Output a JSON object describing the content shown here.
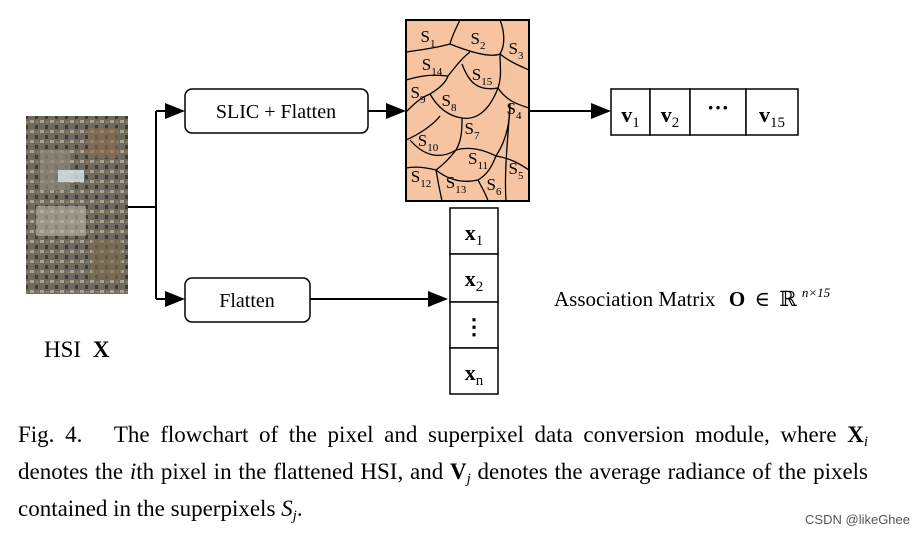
{
  "hsi_label": {
    "text": "HSI",
    "symbol": "X"
  },
  "boxes": {
    "slic": "SLIC + Flatten",
    "flatten": "Flatten"
  },
  "superpixels": [
    {
      "base": "S",
      "sub": "1"
    },
    {
      "base": "S",
      "sub": "2"
    },
    {
      "base": "S",
      "sub": "3"
    },
    {
      "base": "S",
      "sub": "14"
    },
    {
      "base": "S",
      "sub": "15"
    },
    {
      "base": "S",
      "sub": "9"
    },
    {
      "base": "S",
      "sub": "8"
    },
    {
      "base": "S",
      "sub": "4"
    },
    {
      "base": "S",
      "sub": "7"
    },
    {
      "base": "S",
      "sub": "10"
    },
    {
      "base": "S",
      "sub": "11"
    },
    {
      "base": "S",
      "sub": "5"
    },
    {
      "base": "S",
      "sub": "12"
    },
    {
      "base": "S",
      "sub": "13"
    },
    {
      "base": "S",
      "sub": "6"
    }
  ],
  "v_vector": [
    {
      "base": "v",
      "sub": "1"
    },
    {
      "base": "v",
      "sub": "2"
    },
    {
      "base": "···",
      "sub": ""
    },
    {
      "base": "v",
      "sub": "15"
    }
  ],
  "x_vector": [
    {
      "base": "x",
      "sub": "1"
    },
    {
      "base": "x",
      "sub": "2"
    },
    {
      "base": "⋮",
      "sub": ""
    },
    {
      "base": "x",
      "sub": "n"
    }
  ],
  "association": {
    "text": "Association Matrix",
    "symbol": "O",
    "member": "∈",
    "space": "ℝ",
    "exponent": "n×15"
  },
  "caption": {
    "prefix": "Fig. 4.",
    "part1": "The flowchart of the pixel and superpixel data conversion module, where",
    "x_sym": "X",
    "x_sub": "i",
    "part2": "denotes the",
    "ith_i": "i",
    "part3": "th pixel in the flattened HSI, and",
    "v_sym": "V",
    "v_sub": "j",
    "part4": "denotes the average radiance of the pixels contained in the superpixels",
    "s_sym": "S",
    "s_sub": "j",
    "end": "."
  },
  "watermark": "CSDN @likeGhee",
  "colors": {
    "superpixel_fill": "#f7c4a2",
    "stroke": "#000000",
    "background": "#ffffff"
  }
}
